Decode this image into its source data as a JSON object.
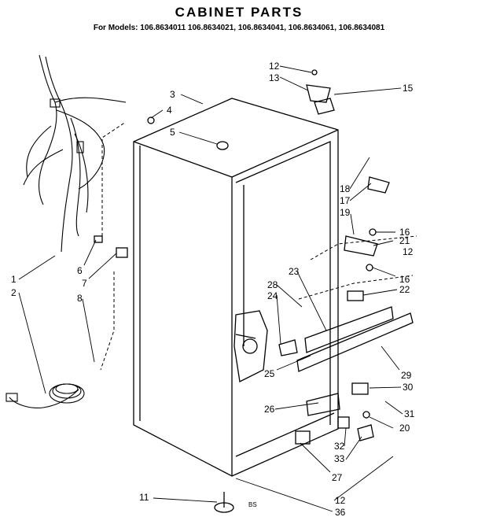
{
  "title": "CABINET PARTS",
  "models_line": "For Models: 106.8634011 106.8634021, 106.8634041, 106.8634061, 106.8634081",
  "callouts": [
    "1",
    "2",
    "3",
    "4",
    "5",
    "6",
    "7",
    "8",
    "11",
    "12",
    "13",
    "15",
    "16",
    "17",
    "18",
    "19",
    "20",
    "21",
    "22",
    "23",
    "24",
    "25",
    "26",
    "27",
    "28",
    "29",
    "30",
    "31",
    "32",
    "33",
    "36"
  ],
  "extra_callouts": [
    "12",
    "12",
    "16"
  ],
  "footer_mark": "BS"
}
